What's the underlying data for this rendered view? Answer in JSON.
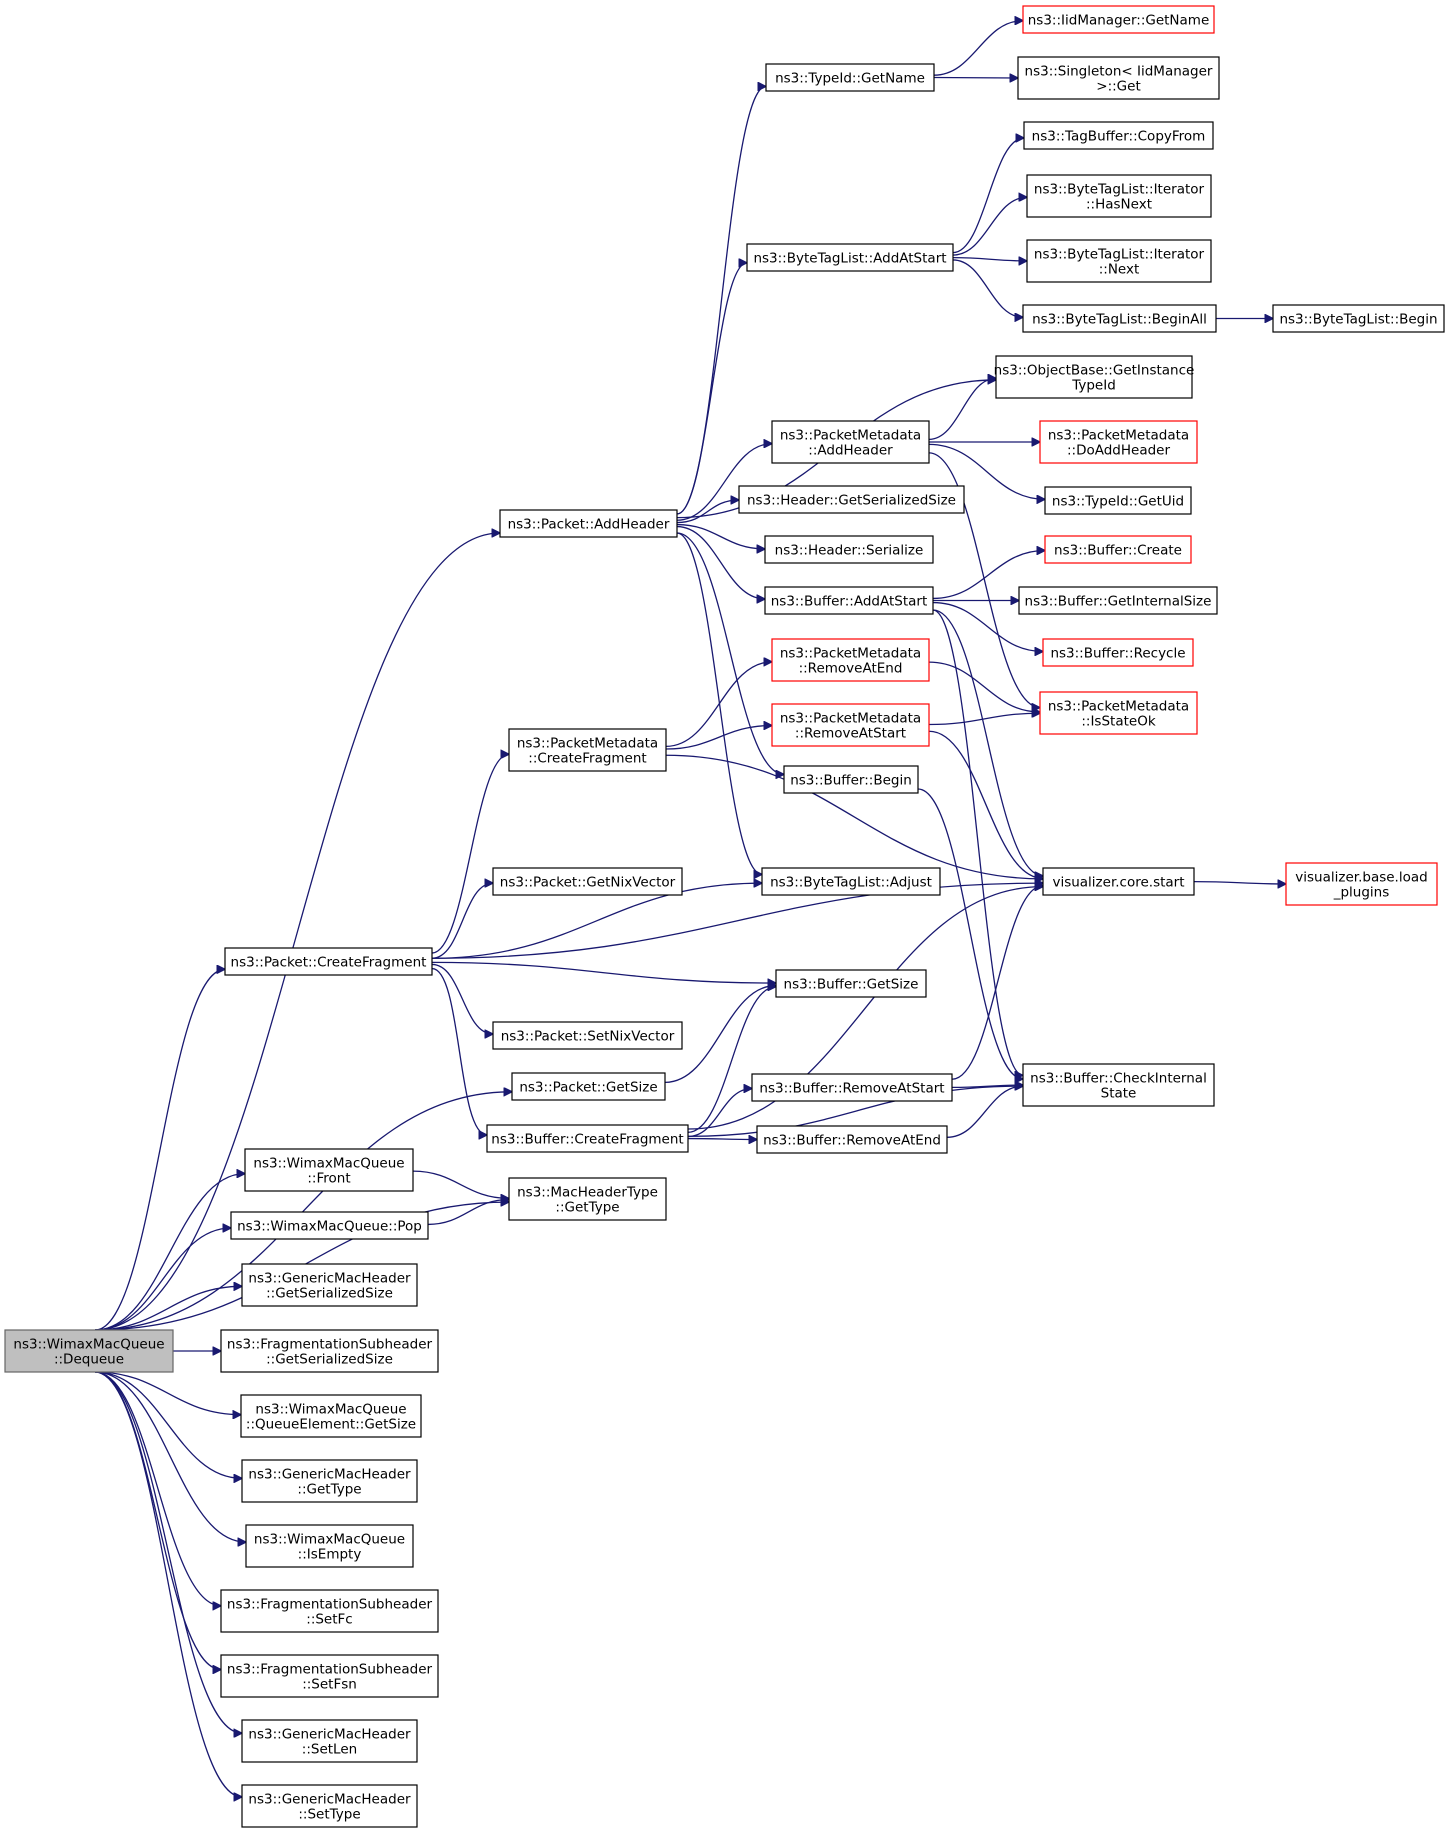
{
  "graph": {
    "root": "dq",
    "colors": {
      "edge": "#191970",
      "node_border": "#000000",
      "truncated_border": "#ff0000",
      "root_fill": "#bfbfbf"
    },
    "nodes": [
      {
        "id": "dq",
        "label": [
          "ns3::WimaxMacQueue",
          "::Dequeue"
        ]
      },
      {
        "id": "pah",
        "label": [
          "ns3::Packet::AddHeader"
        ]
      },
      {
        "id": "pcf",
        "label": [
          "ns3::Packet::CreateFragment"
        ]
      },
      {
        "id": "pgs",
        "label": [
          "ns3::Packet::GetSize"
        ]
      },
      {
        "id": "mht",
        "label": [
          "ns3::MacHeaderType",
          "::GetType"
        ]
      },
      {
        "id": "wfr",
        "label": [
          "ns3::WimaxMacQueue",
          "::Front"
        ]
      },
      {
        "id": "wpop",
        "label": [
          "ns3::WimaxMacQueue::Pop"
        ]
      },
      {
        "id": "gmgss",
        "label": [
          "ns3::GenericMacHeader",
          "::GetSerializedSize"
        ]
      },
      {
        "id": "fsgss",
        "label": [
          "ns3::FragmentationSubheader",
          "::GetSerializedSize"
        ]
      },
      {
        "id": "wqegs",
        "label": [
          "ns3::WimaxMacQueue",
          "::QueueElement::GetSize"
        ]
      },
      {
        "id": "gmgt",
        "label": [
          "ns3::GenericMacHeader",
          "::GetType"
        ]
      },
      {
        "id": "wie",
        "label": [
          "ns3::WimaxMacQueue",
          "::IsEmpty"
        ]
      },
      {
        "id": "fssfc",
        "label": [
          "ns3::FragmentationSubheader",
          "::SetFc"
        ]
      },
      {
        "id": "fssfsn",
        "label": [
          "ns3::FragmentationSubheader",
          "::SetFsn"
        ]
      },
      {
        "id": "gmsl",
        "label": [
          "ns3::GenericMacHeader",
          "::SetLen"
        ]
      },
      {
        "id": "gmst",
        "label": [
          "ns3::GenericMacHeader",
          "::SetType"
        ]
      },
      {
        "id": "tgn",
        "label": [
          "ns3::TypeId::GetName"
        ]
      },
      {
        "id": "iim",
        "label": [
          "ns3::IidManager::GetName"
        ],
        "truncated": true
      },
      {
        "id": "sig",
        "label": [
          "ns3::Singleton< IidManager",
          ">::Get"
        ]
      },
      {
        "id": "tbcf",
        "label": [
          "ns3::TagBuffer::CopyFrom"
        ]
      },
      {
        "id": "bhn",
        "label": [
          "ns3::ByteTagList::Iterator",
          "::HasNext"
        ]
      },
      {
        "id": "btlas",
        "label": [
          "ns3::ByteTagList::AddAtStart"
        ]
      },
      {
        "id": "bnx",
        "label": [
          "ns3::ByteTagList::Iterator",
          "::Next"
        ]
      },
      {
        "id": "bba",
        "label": [
          "ns3::ByteTagList::BeginAll"
        ]
      },
      {
        "id": "bb",
        "label": [
          "ns3::ByteTagList::Begin"
        ]
      },
      {
        "id": "obg",
        "label": [
          "ns3::ObjectBase::GetInstance",
          "TypeId"
        ]
      },
      {
        "id": "pmah",
        "label": [
          "ns3::PacketMetadata",
          "::AddHeader"
        ]
      },
      {
        "id": "pmdah",
        "label": [
          "ns3::PacketMetadata",
          "::DoAddHeader"
        ],
        "truncated": true
      },
      {
        "id": "hgss",
        "label": [
          "ns3::Header::GetSerializedSize"
        ]
      },
      {
        "id": "tgu",
        "label": [
          "ns3::TypeId::GetUid"
        ]
      },
      {
        "id": "hser",
        "label": [
          "ns3::Header::Serialize"
        ]
      },
      {
        "id": "bcr",
        "label": [
          "ns3::Buffer::Create"
        ],
        "truncated": true
      },
      {
        "id": "baas",
        "label": [
          "ns3::Buffer::AddAtStart"
        ]
      },
      {
        "id": "bgis",
        "label": [
          "ns3::Buffer::GetInternalSize"
        ]
      },
      {
        "id": "brc",
        "label": [
          "ns3::Buffer::Recycle"
        ],
        "truncated": true
      },
      {
        "id": "pmrae",
        "label": [
          "ns3::PacketMetadata",
          "::RemoveAtEnd"
        ],
        "truncated": true
      },
      {
        "id": "pmiso",
        "label": [
          "ns3::PacketMetadata",
          "::IsStateOk"
        ],
        "truncated": true
      },
      {
        "id": "pmras",
        "label": [
          "ns3::PacketMetadata",
          "::RemoveAtStart"
        ],
        "truncated": true
      },
      {
        "id": "pmcf",
        "label": [
          "ns3::PacketMetadata",
          "::CreateFragment"
        ]
      },
      {
        "id": "bbeg",
        "label": [
          "ns3::Buffer::Begin"
        ]
      },
      {
        "id": "pgnv",
        "label": [
          "ns3::Packet::GetNixVector"
        ]
      },
      {
        "id": "btladj",
        "label": [
          "ns3::ByteTagList::Adjust"
        ]
      },
      {
        "id": "vcs",
        "label": [
          "visualizer.core.start"
        ]
      },
      {
        "id": "vblp",
        "label": [
          "visualizer.base.load",
          "_plugins"
        ],
        "truncated": true
      },
      {
        "id": "bgs",
        "label": [
          "ns3::Buffer::GetSize"
        ]
      },
      {
        "id": "psnv",
        "label": [
          "ns3::Packet::SetNixVector"
        ]
      },
      {
        "id": "bras",
        "label": [
          "ns3::Buffer::RemoveAtStart"
        ]
      },
      {
        "id": "bcis",
        "label": [
          "ns3::Buffer::CheckInternal",
          "State"
        ]
      },
      {
        "id": "bcf",
        "label": [
          "ns3::Buffer::CreateFragment"
        ]
      },
      {
        "id": "brae",
        "label": [
          "ns3::Buffer::RemoveAtEnd"
        ]
      }
    ],
    "edges": [
      [
        "dq",
        "pah"
      ],
      [
        "dq",
        "pcf"
      ],
      [
        "dq",
        "pgs"
      ],
      [
        "dq",
        "mht"
      ],
      [
        "dq",
        "wfr"
      ],
      [
        "dq",
        "wpop"
      ],
      [
        "dq",
        "gmgss"
      ],
      [
        "dq",
        "fsgss"
      ],
      [
        "dq",
        "wqegs"
      ],
      [
        "dq",
        "gmgt"
      ],
      [
        "dq",
        "wie"
      ],
      [
        "dq",
        "fssfc"
      ],
      [
        "dq",
        "fssfsn"
      ],
      [
        "dq",
        "gmsl"
      ],
      [
        "dq",
        "gmst"
      ],
      [
        "pah",
        "tgn"
      ],
      [
        "pah",
        "btlas"
      ],
      [
        "pah",
        "obg"
      ],
      [
        "pah",
        "pmah"
      ],
      [
        "pah",
        "hgss"
      ],
      [
        "pah",
        "hser"
      ],
      [
        "pah",
        "baas"
      ],
      [
        "pah",
        "bbeg"
      ],
      [
        "pah",
        "btladj"
      ],
      [
        "tgn",
        "iim"
      ],
      [
        "tgn",
        "sig"
      ],
      [
        "btlas",
        "tbcf"
      ],
      [
        "btlas",
        "bhn"
      ],
      [
        "btlas",
        "bnx"
      ],
      [
        "btlas",
        "bba"
      ],
      [
        "bba",
        "bb"
      ],
      [
        "pmah",
        "obg"
      ],
      [
        "pmah",
        "pmdah"
      ],
      [
        "pmah",
        "tgu"
      ],
      [
        "pmah",
        "pmiso"
      ],
      [
        "baas",
        "bcr"
      ],
      [
        "baas",
        "bgis"
      ],
      [
        "baas",
        "brc"
      ],
      [
        "baas",
        "vcs"
      ],
      [
        "baas",
        "bcis"
      ],
      [
        "pmrae",
        "pmiso"
      ],
      [
        "pmras",
        "pmiso"
      ],
      [
        "pmras",
        "vcs"
      ],
      [
        "pmcf",
        "pmrae"
      ],
      [
        "pmcf",
        "pmras"
      ],
      [
        "pmcf",
        "vcs"
      ],
      [
        "bbeg",
        "bcis"
      ],
      [
        "pcf",
        "pmcf"
      ],
      [
        "pcf",
        "pgnv"
      ],
      [
        "pcf",
        "btladj"
      ],
      [
        "pcf",
        "vcs"
      ],
      [
        "pcf",
        "bgs"
      ],
      [
        "pcf",
        "psnv"
      ],
      [
        "pcf",
        "bcf"
      ],
      [
        "pgs",
        "bgs"
      ],
      [
        "bcf",
        "bgs"
      ],
      [
        "bcf",
        "bras"
      ],
      [
        "bcf",
        "brae"
      ],
      [
        "bcf",
        "vcs"
      ],
      [
        "bcf",
        "bcis"
      ],
      [
        "bras",
        "bcis"
      ],
      [
        "bras",
        "vcs"
      ],
      [
        "brae",
        "bcis"
      ],
      [
        "wfr",
        "mht"
      ],
      [
        "wpop",
        "mht"
      ],
      [
        "vcs",
        "vblp"
      ]
    ]
  }
}
